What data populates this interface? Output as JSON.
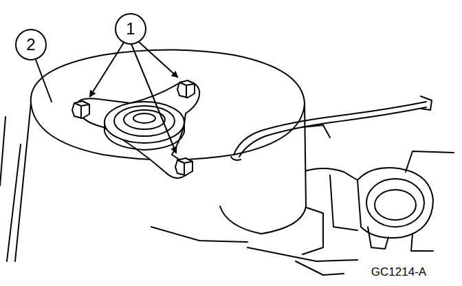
{
  "diagram": {
    "labels": [
      "2",
      "1",
      "GC1214-A"
    ]
  }
}
